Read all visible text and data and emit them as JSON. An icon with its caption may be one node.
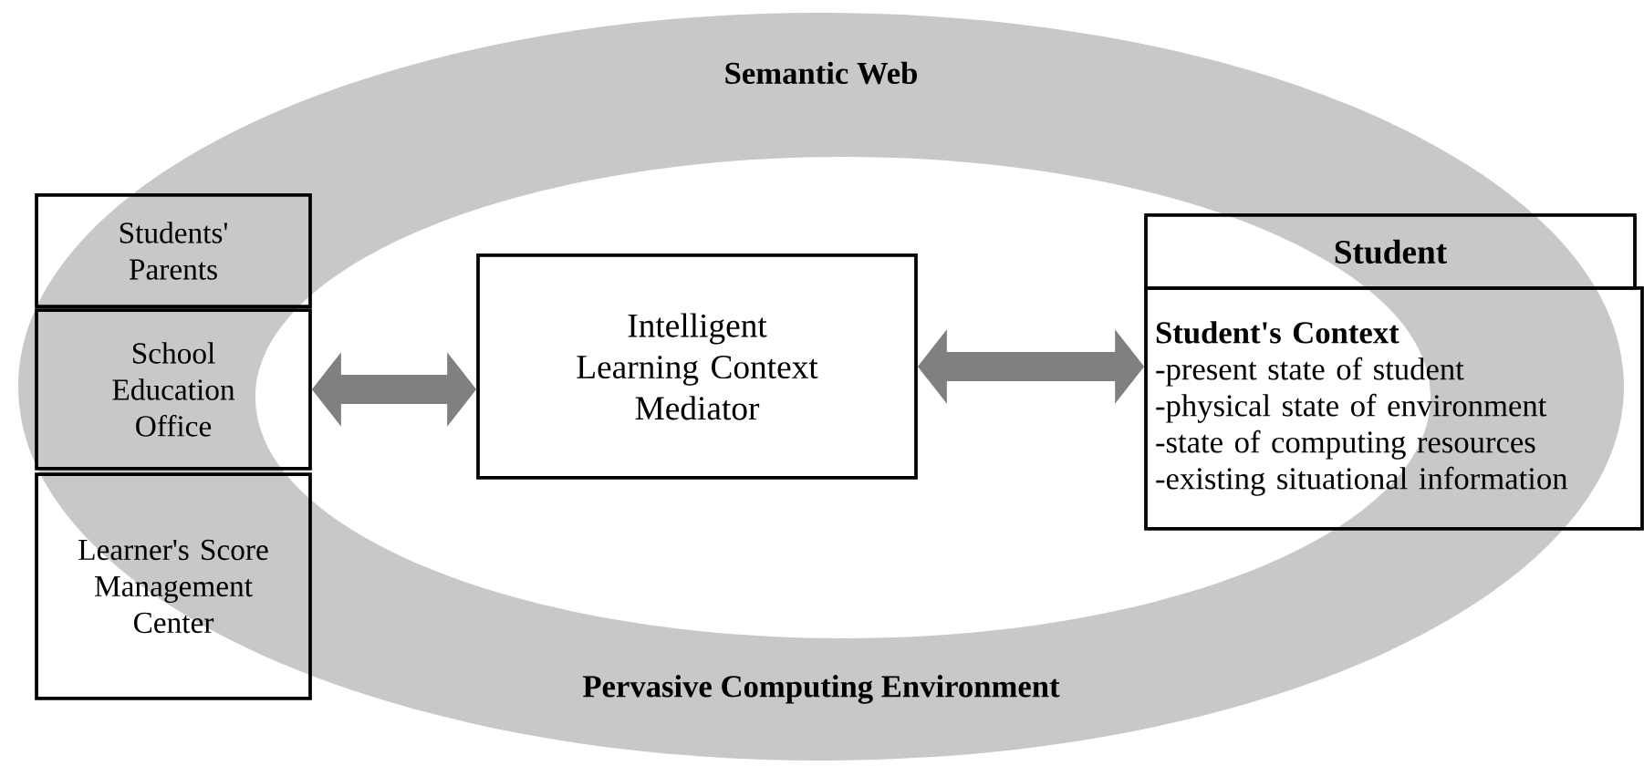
{
  "diagram": {
    "nodes": [
      {
        "text": [
          "Students' Parents"
        ]
      },
      {
        "text": [
          "School Education Office"
        ]
      },
      {
        "text": [
          "Learner's Score Management Center"
        ]
      },
      {
        "text": [
          "Intelligent Learning Context Mediator"
        ]
      },
      {
        "text": [
          "Student"
        ]
      },
      {
        "text": [
          "Student's Context",
          "-present state of student",
          "-physical state of environment",
          "-state of computing resources",
          "-existing situational information"
        ]
      }
    ],
    "edges": [
      {
        "from": 1,
        "to": 3,
        "arrow": "both"
      },
      {
        "from": 3,
        "to": 5,
        "arrow": "both"
      }
    ],
    "labels": [
      "Semantic Web",
      "Pervasive Computing Environment"
    ]
  }
}
